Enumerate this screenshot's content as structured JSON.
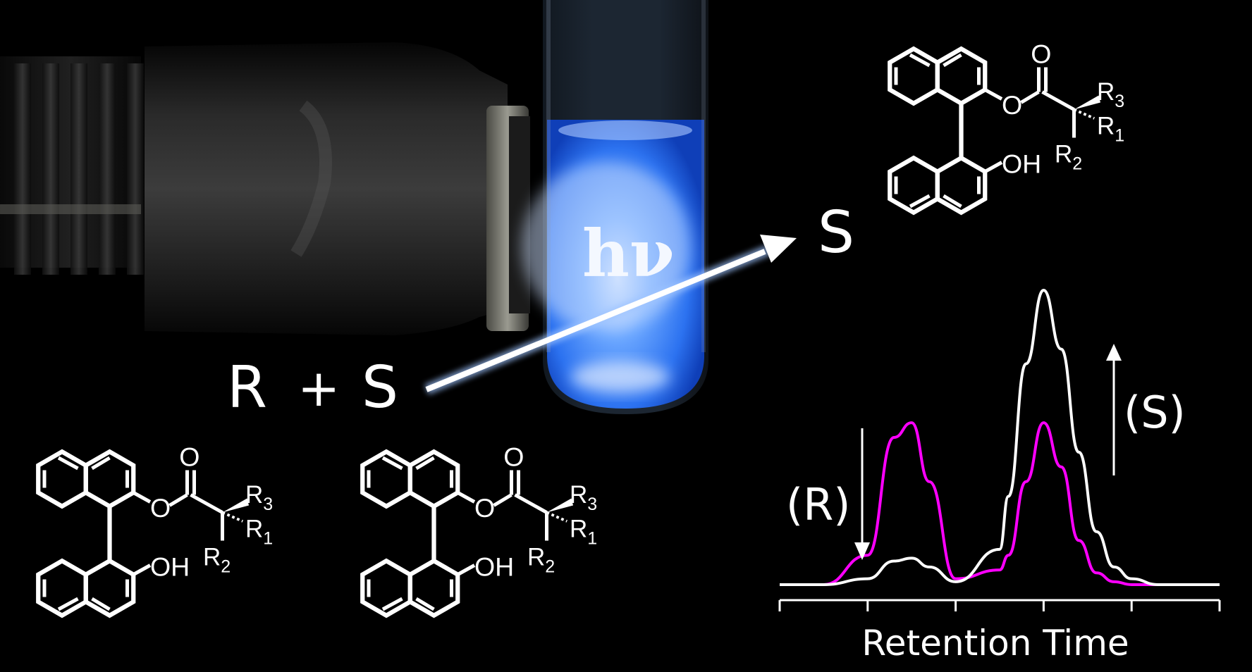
{
  "scene": {
    "photon_label": "hν",
    "reaction_left": {
      "r": "R",
      "plus": "+",
      "s": "S"
    },
    "product_label": "S",
    "ester_labels": {
      "carbonyl_o": "O",
      "ester_o": "O",
      "oh": "OH",
      "r1": "R",
      "r1_sub": "1",
      "r2": "R",
      "r2_sub": "2",
      "r3": "R",
      "r3_sub": "3"
    }
  },
  "chart_data": {
    "type": "line",
    "title": "",
    "xlabel": "Retention Time",
    "ylabel": "",
    "annotations": [
      "(R)",
      "(S)"
    ],
    "x": [
      0,
      0.5,
      1,
      1.3,
      1.5,
      1.7,
      2,
      2.5,
      2.6,
      2.8,
      3,
      3.2,
      3.4,
      3.6,
      3.8,
      4,
      4.3,
      5
    ],
    "series": [
      {
        "color": "#ff00ff",
        "values": [
          0,
          0,
          0.1,
          0.5,
          0.55,
          0.35,
          0.02,
          0.05,
          0.1,
          0.35,
          0.55,
          0.4,
          0.15,
          0.04,
          0.01,
          0,
          0,
          0
        ]
      },
      {
        "color": "#ffffff",
        "values": [
          0,
          0,
          0.02,
          0.08,
          0.09,
          0.06,
          0.01,
          0.12,
          0.3,
          0.75,
          1.0,
          0.8,
          0.45,
          0.18,
          0.06,
          0.02,
          0,
          0
        ]
      }
    ],
    "colors": {
      "magenta": "#ff00ff",
      "white": "#ffffff"
    }
  }
}
